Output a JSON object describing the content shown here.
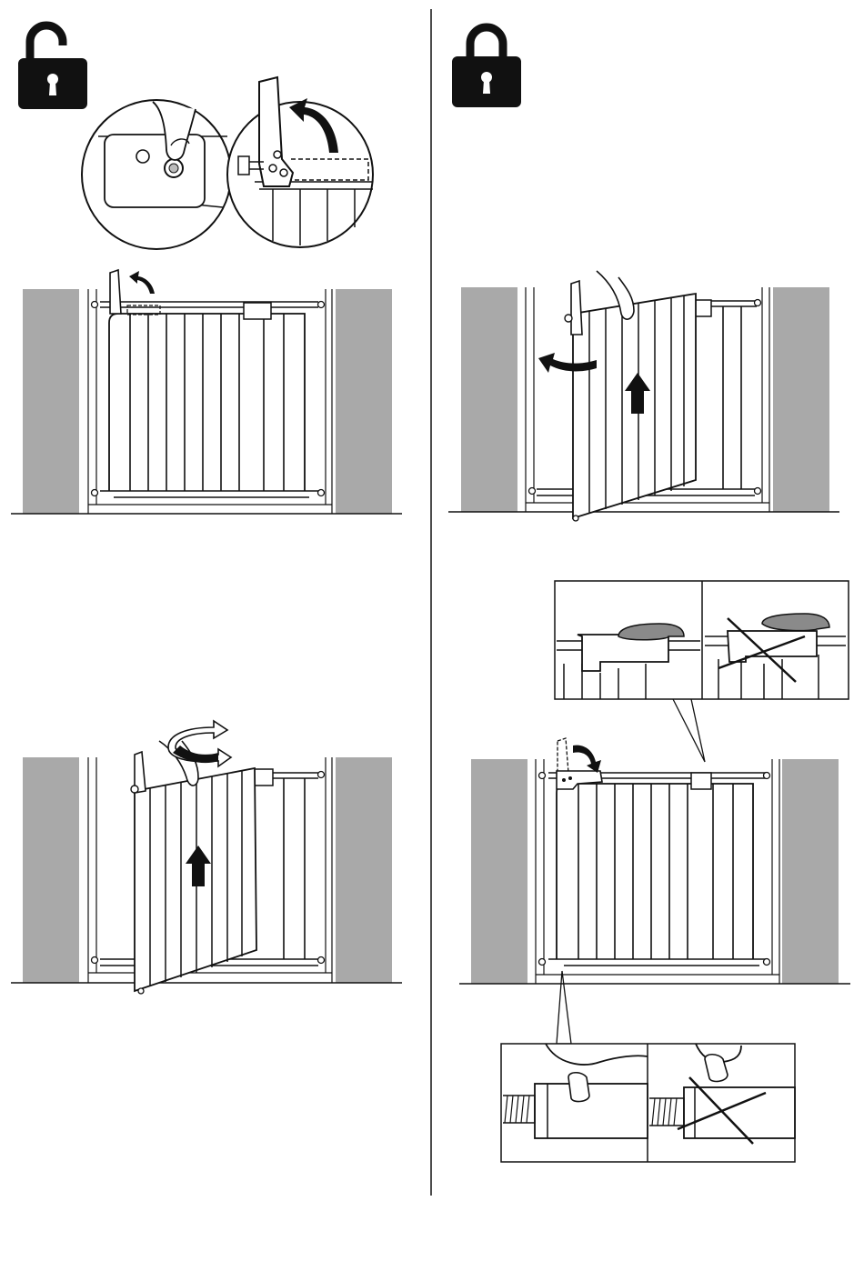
{
  "colors": {
    "ink": "#111111",
    "wall": "#a9a9a9",
    "paper": "#ffffff",
    "pad": "#8a8a8a"
  },
  "icons": {
    "left_panel_icon": "unlocked-padlock-icon",
    "right_panel_icon": "locked-padlock-icon"
  },
  "panels": [
    {
      "id": "unlock-steps",
      "status": "unlocked",
      "steps": [
        "press-release-button",
        "lift-handle",
        "swing-gate-open"
      ]
    },
    {
      "id": "lock-steps",
      "status": "locked",
      "steps": [
        "lift-and-close-gate",
        "lower-handle",
        "check-latch-and-foot"
      ]
    }
  ],
  "checks": [
    {
      "id": "latch-engaged",
      "result": "correct"
    },
    {
      "id": "latch-not-engaged",
      "result": "incorrect"
    },
    {
      "id": "foot-seated",
      "result": "correct"
    },
    {
      "id": "foot-not-seated",
      "result": "incorrect"
    }
  ]
}
